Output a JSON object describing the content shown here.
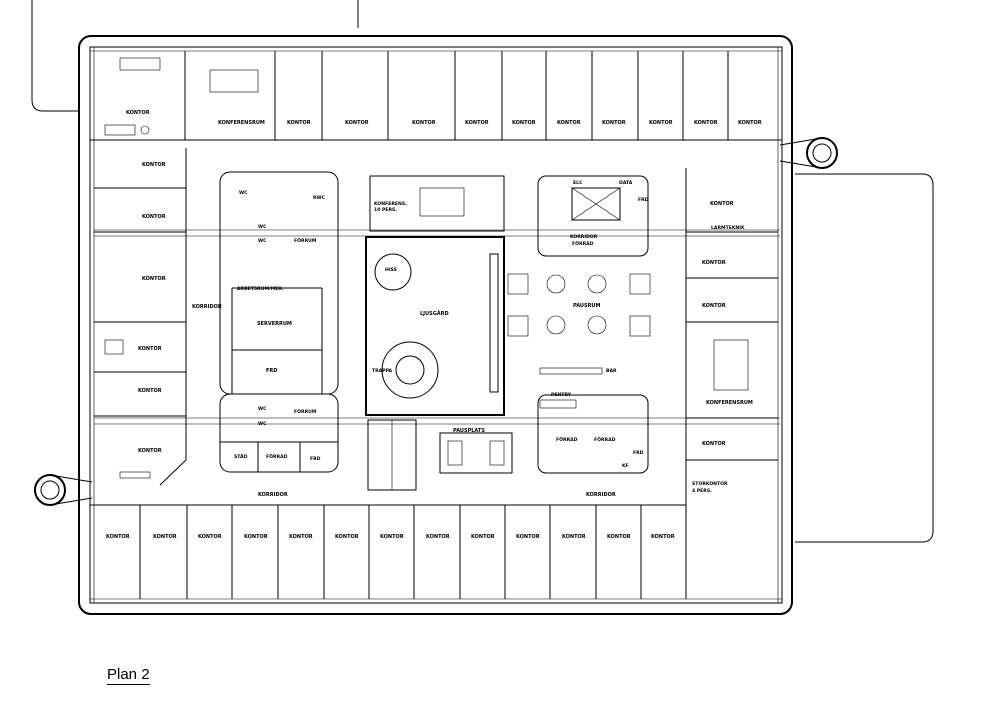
{
  "caption": "Plan 2",
  "rooms": {
    "kontor": "KONTOR",
    "konferensrum": "KONFERENSRUM",
    "korridor": "KORRIDOR",
    "wc": "WC",
    "rwc": "RWC",
    "forrum": "FÖRRUM",
    "arbetsrum": "ARBETSRUM/MEK.",
    "serverrum": "SERVERRUM",
    "frd": "FRD",
    "konferens_1": "KONFERENS,",
    "konferens_2": "10 PERS.",
    "hiss": "HISS",
    "ljusgard": "LJUSGÅRD",
    "trappa": "TRAPPA",
    "elc": "ELC",
    "data": "DATA",
    "korridor_forrad_1": "KORRIDOR",
    "korridor_forrad_2": "FÖRRÅD",
    "pausrum": "PAUSRUM",
    "bar": "BAR",
    "pentry": "PENTRY",
    "forrad": "FÖRRÅD",
    "kf": "KF",
    "pausplats": "PAUSPLATS",
    "stad": "STÄD",
    "larmteknik": "LARMTEKNIK",
    "storkontor_1": "STORKONTOR",
    "storkontor_2": "4 PERS."
  }
}
